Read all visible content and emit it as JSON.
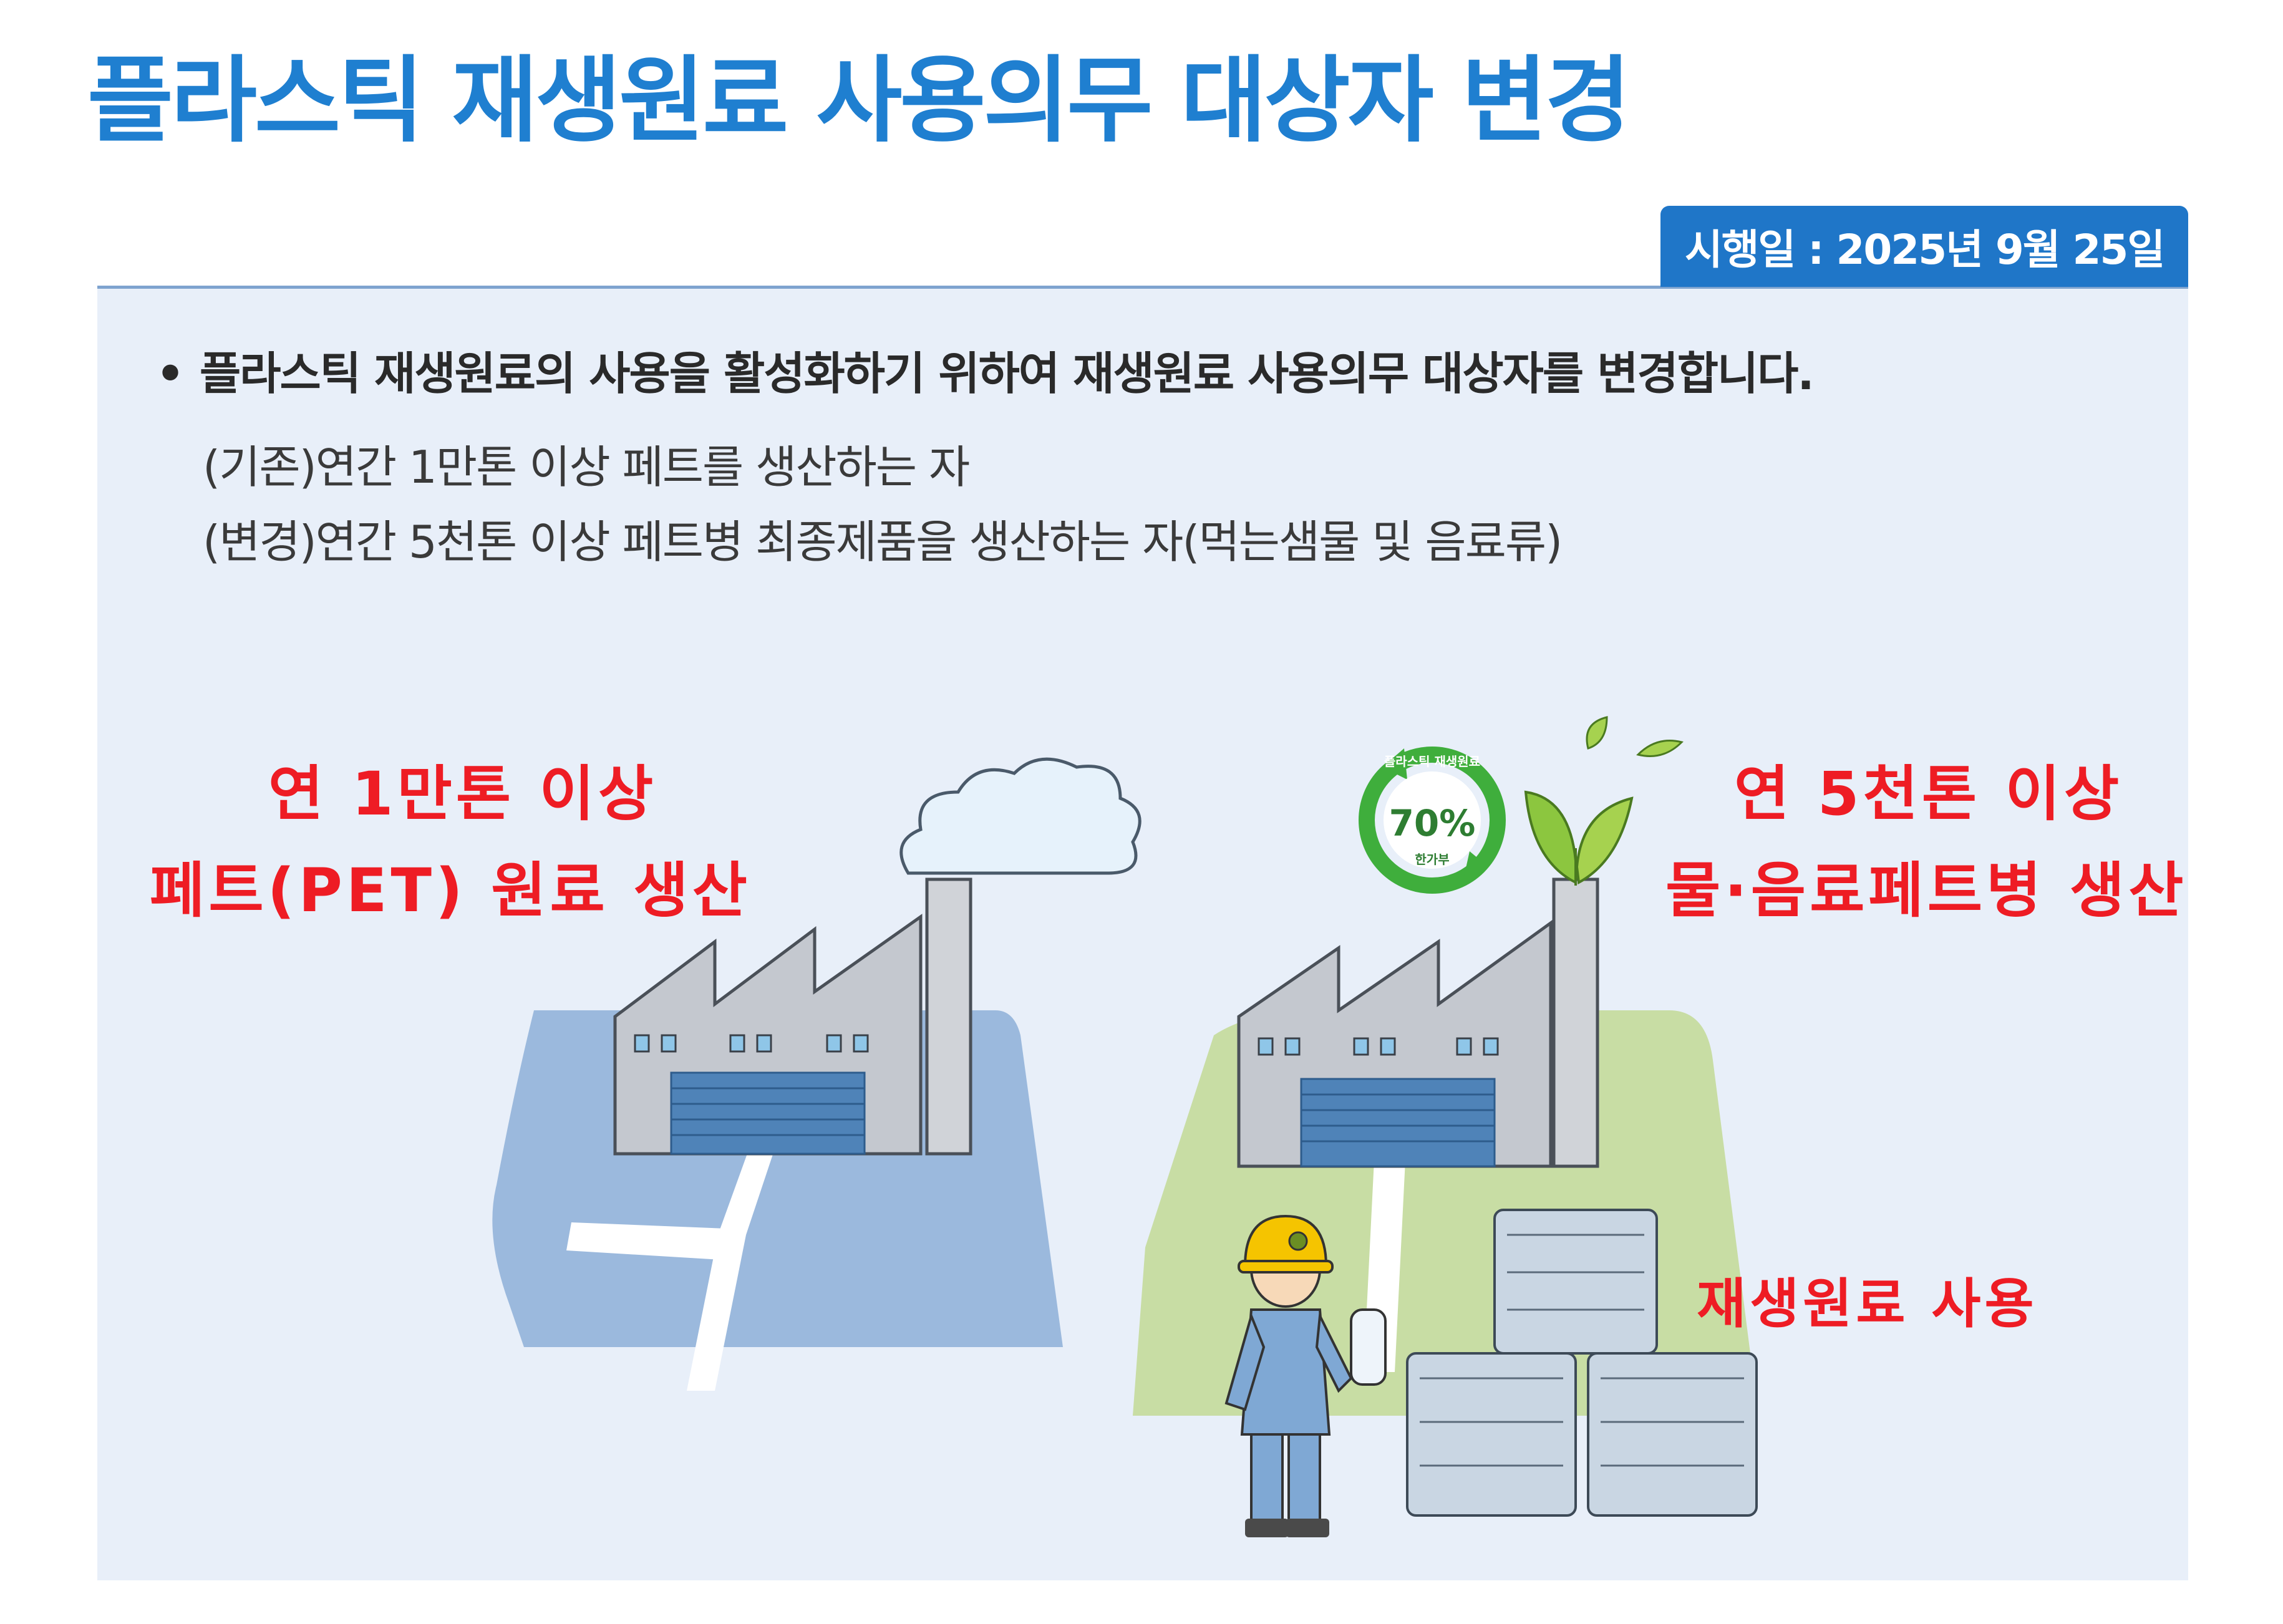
{
  "title": "플라스틱 재생원료 사용의무 대상자 변경",
  "effective_date": "시행일 : 2025년 9월 25일",
  "body": {
    "bullet": "플라스틱 재생원료의 사용을 활성화하기 위하여 재생원료 사용의무 대상자를 변경합니다.",
    "old_rule": "(기존)연간 1만톤 이상 페트를 생산하는 자",
    "new_rule": "(변경)연간 5천톤 이상 페트병 최종제품을 생산하는 자(먹는샘물 및 음료류)"
  },
  "illustration": {
    "left_label_line1": "연 1만톤 이상",
    "left_label_line2": "페트(PET) 원료 생산",
    "right_label_line1": "연 5천톤 이상",
    "right_label_line2": "물·음료페트병 생산",
    "recycled_label": "재생원료 사용",
    "badge_percent": "70%",
    "badge_top_text": "플라스틱 재생원료",
    "badge_bottom_text": "한가부"
  },
  "colors": {
    "title": "#1f7fd0",
    "badge_bg": "#1f76c8",
    "panel_bg": "#e8eff9",
    "handwriting": "#ee1c24",
    "left_ground": "#9bb9dd",
    "right_ground": "#c8dda4",
    "factory": "#c4c8cf",
    "badge_green": "#3fae3c"
  }
}
